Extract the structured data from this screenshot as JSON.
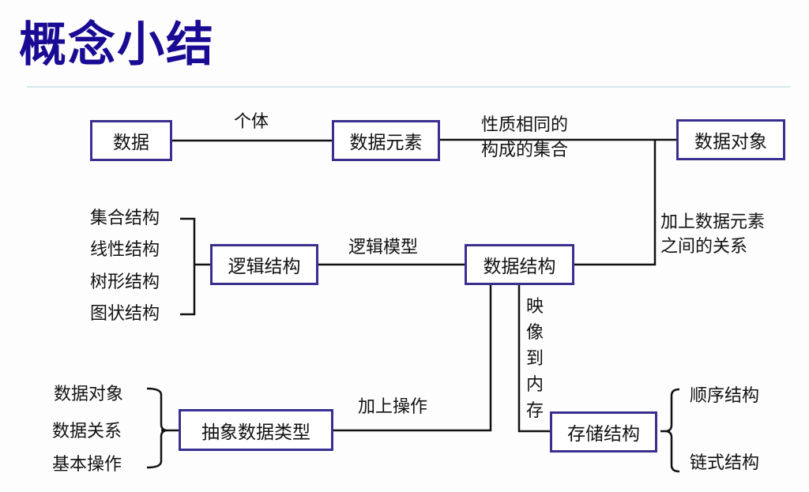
{
  "title": "概念小结",
  "nodes": {
    "data": "数据",
    "data_element": "数据元素",
    "data_object": "数据对象",
    "logical_structure": "逻辑结构",
    "data_structure": "数据结构",
    "adt": "抽象数据类型",
    "storage_structure": "存储结构"
  },
  "edge_labels": {
    "individual": "个体",
    "same_nature_line1": "性质相同的",
    "same_nature_line2": "构成的集合",
    "add_relations_line1": "加上数据元素",
    "add_relations_line2": "之间的关系",
    "logical_model": "逻辑模型",
    "map_to_memory": [
      "映",
      "像",
      "到",
      "内",
      "存"
    ],
    "add_operations": "加上操作"
  },
  "logical_kinds": [
    "集合结构",
    "线性结构",
    "树形结构",
    "图状结构"
  ],
  "adt_parts": [
    "数据对象",
    "数据关系",
    "基本操作"
  ],
  "storage_kinds": [
    "顺序结构",
    "链式结构"
  ],
  "colors": {
    "title": "#1a0b94",
    "box_border": "#3a2f8f",
    "divider": "#d3e8eb"
  }
}
